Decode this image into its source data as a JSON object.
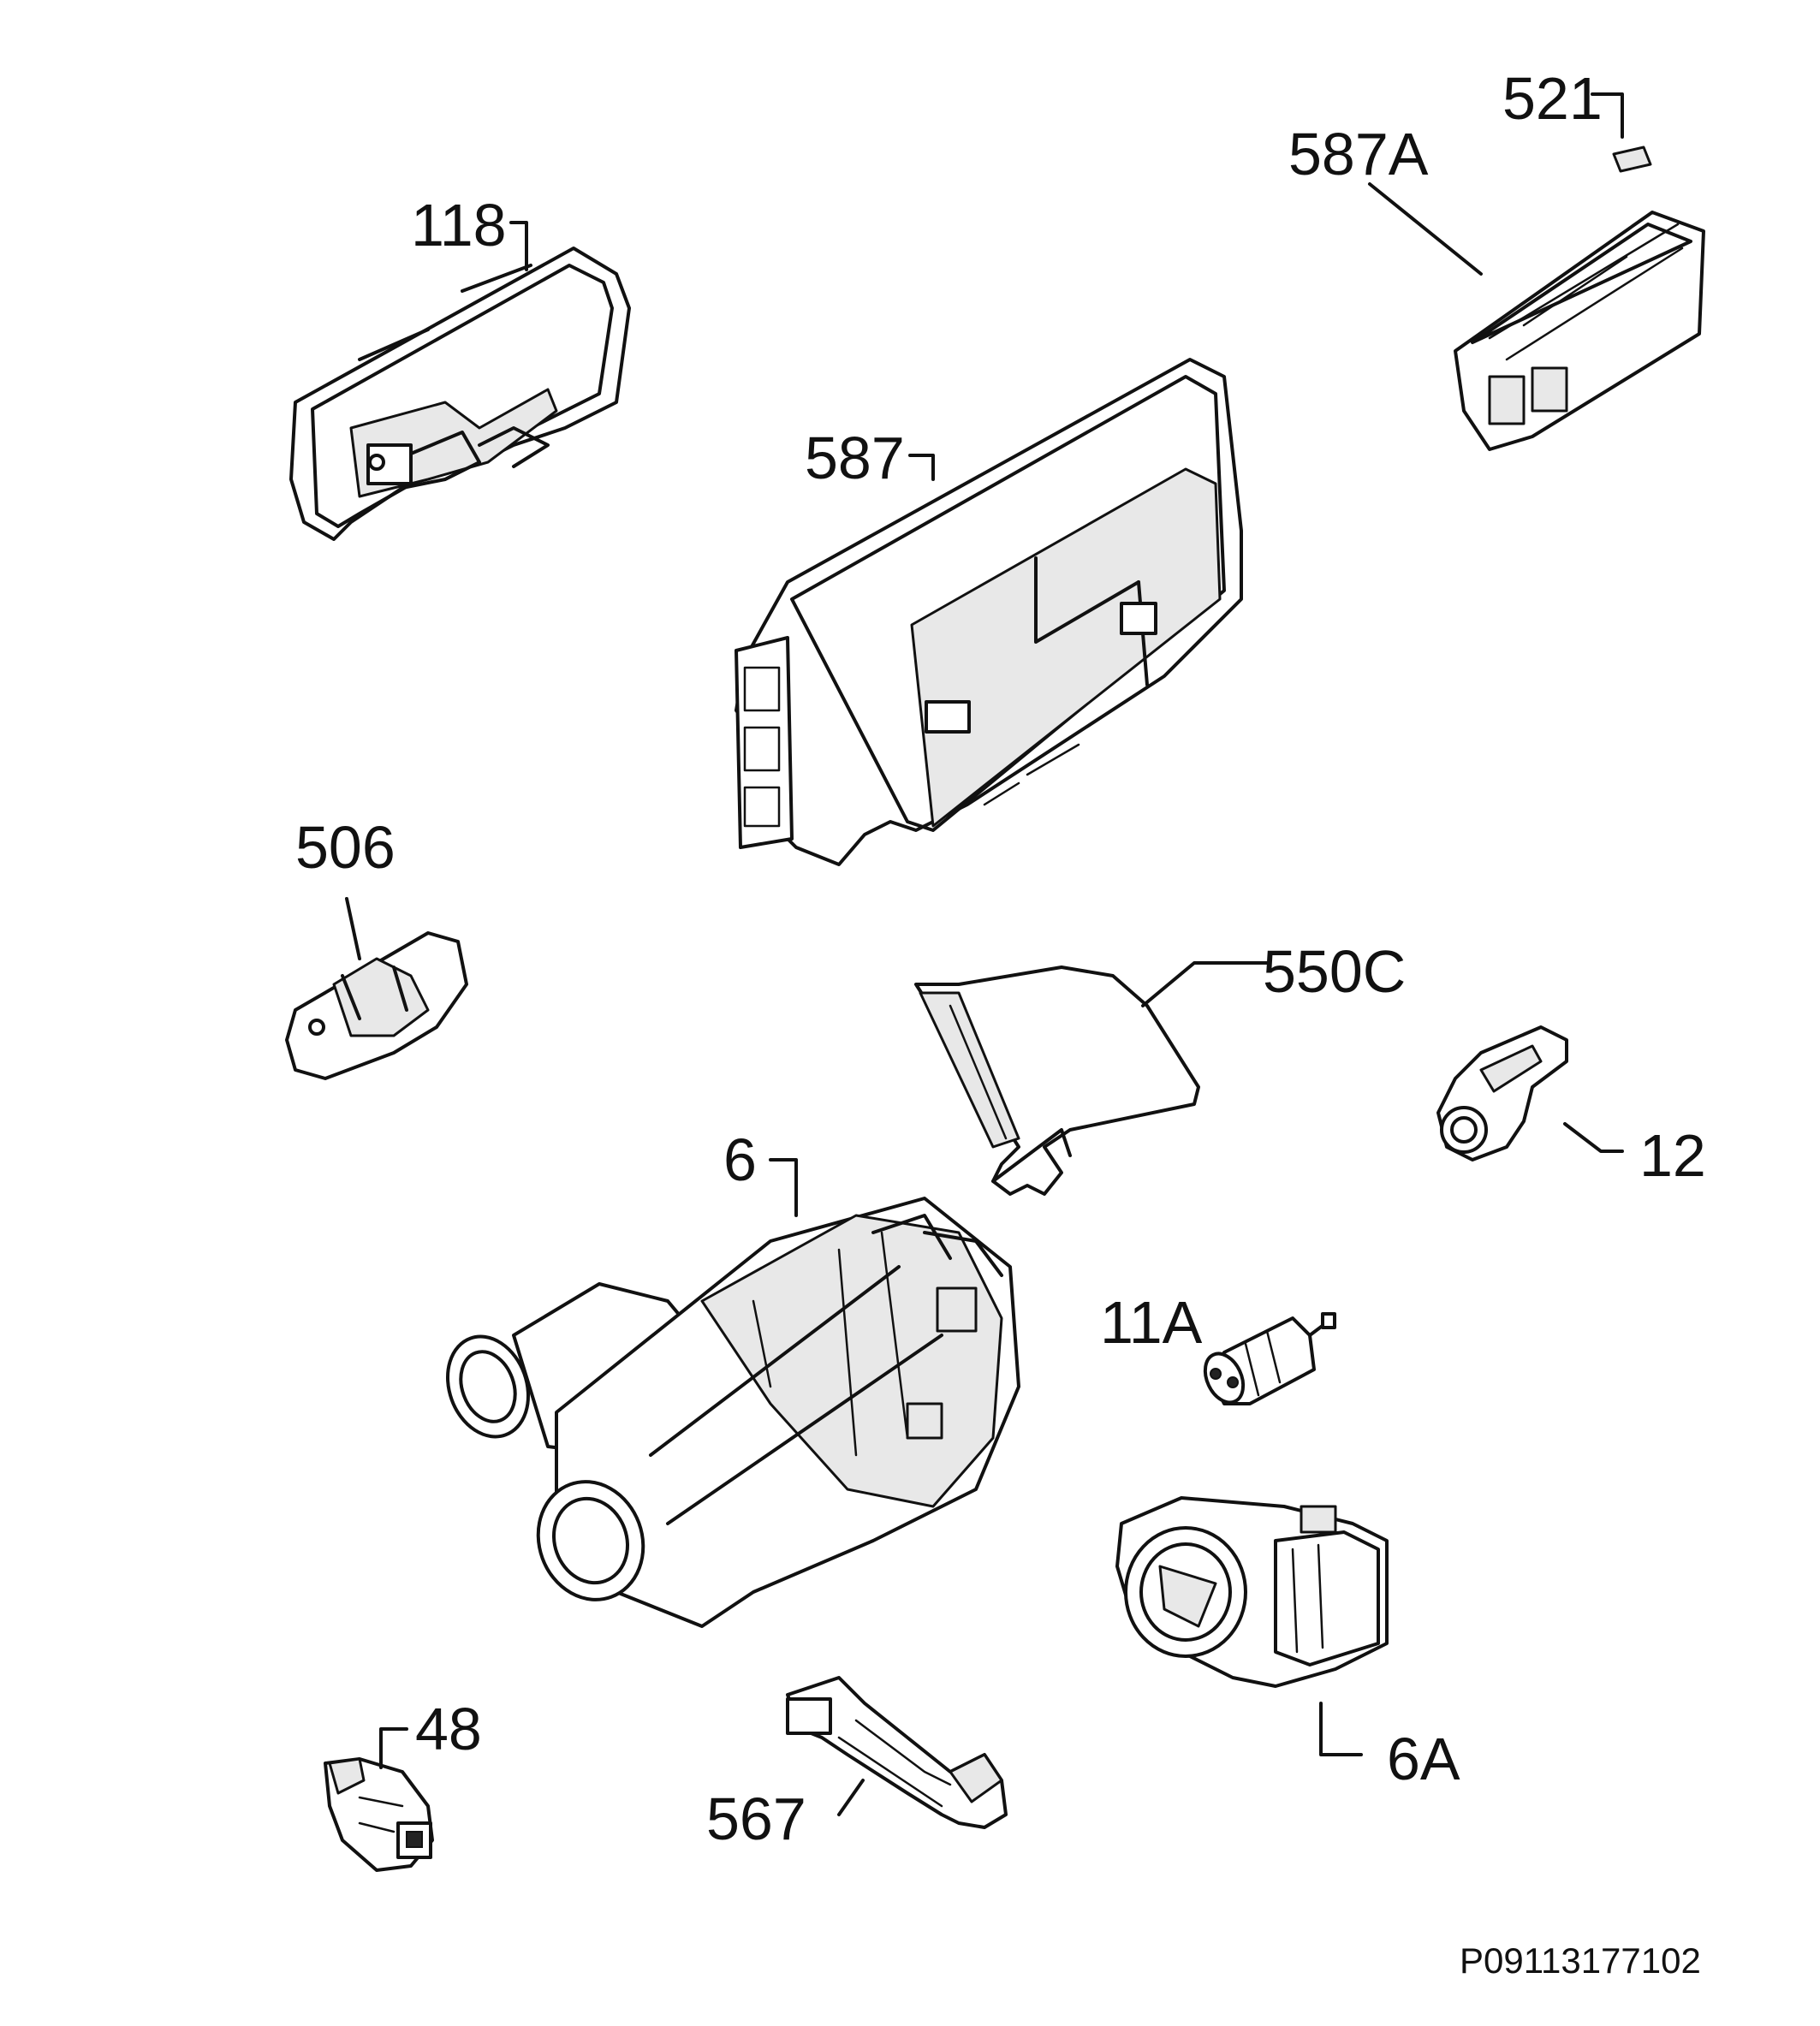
{
  "diagram": {
    "reference_code": "P09113177102",
    "parts": [
      {
        "id": "part-118",
        "label": "118",
        "icon": "control-panel-housing-icon"
      },
      {
        "id": "part-521",
        "label": "521",
        "icon": "small-connector-icon"
      },
      {
        "id": "part-587a",
        "label": "587A",
        "icon": "display-board-icon"
      },
      {
        "id": "part-587",
        "label": "587",
        "icon": "main-control-module-icon"
      },
      {
        "id": "part-506",
        "label": "506",
        "icon": "door-switch-icon"
      },
      {
        "id": "part-550c",
        "label": "550C",
        "icon": "cover-plate-icon"
      },
      {
        "id": "part-12",
        "label": "12",
        "icon": "pressure-switch-icon"
      },
      {
        "id": "part-6",
        "label": "6",
        "icon": "circulation-pump-icon"
      },
      {
        "id": "part-11a",
        "label": "11A",
        "icon": "capacitor-icon"
      },
      {
        "id": "part-6a",
        "label": "6A",
        "icon": "drain-pump-icon"
      },
      {
        "id": "part-48",
        "label": "48",
        "icon": "thermostat-sensor-icon"
      },
      {
        "id": "part-567",
        "label": "567",
        "icon": "cable-clip-icon"
      }
    ]
  }
}
